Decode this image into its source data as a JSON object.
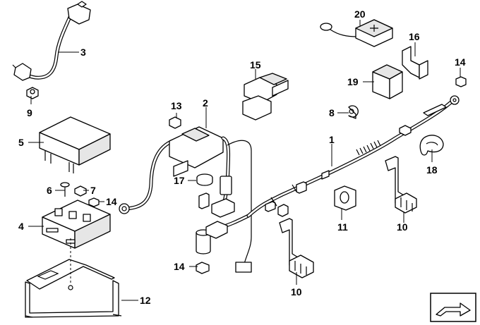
{
  "diagram": {
    "callouts": [
      "1",
      "2",
      "3",
      "4",
      "5",
      "6",
      "7",
      "8",
      "9",
      "10",
      "10",
      "11",
      "12",
      "13",
      "14",
      "14",
      "14",
      "15",
      "16",
      "17",
      "18",
      "19",
      "20"
    ]
  },
  "icons": {
    "corner_icon": "arrow-icon"
  },
  "colors": {
    "line": "#000000",
    "background": "#ffffff"
  }
}
